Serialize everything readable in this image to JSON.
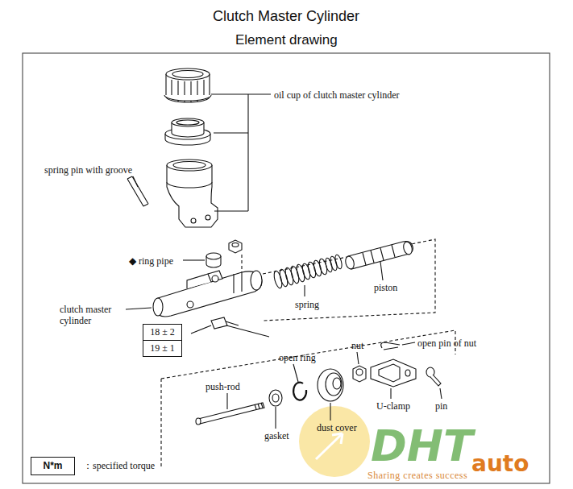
{
  "diagram": {
    "title": "Clutch Master Cylinder",
    "nodes": [
      {
        "text": [
          "18 ± 2",
          "19 ± 1"
        ]
      },
      {
        "text": [
          "N*m"
        ]
      }
    ],
    "labels": [
      "Element drawing",
      "oil cup of clutch master cylinder",
      "spring pin with groove",
      "◆ ring pipe",
      "clutch master cylinder",
      "spring",
      "piston",
      "open ring",
      "nut",
      "open pin of nut",
      "push-rod",
      "U-clamp",
      "pin",
      "gasket",
      "dust cover",
      "：specified torque",
      "DHT",
      "auto",
      "Sharing creates success"
    ]
  }
}
